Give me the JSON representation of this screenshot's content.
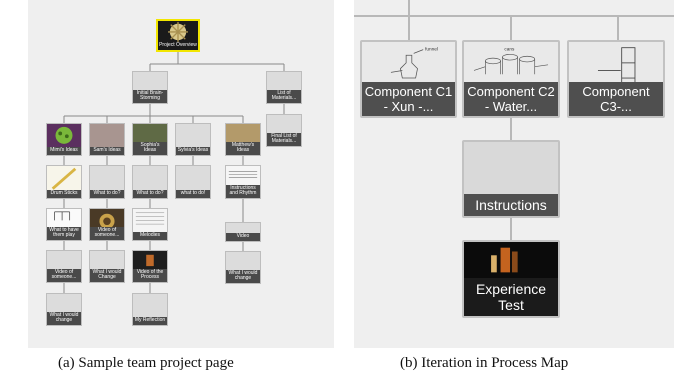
{
  "panel_a": {
    "root": "Project Overview",
    "level1": [
      "Initial Brain-Storming",
      "List of Materials..."
    ],
    "ideas": [
      "Mimi's Ideas",
      "Sam's Ideas",
      "Sophia's Ideas",
      "Sylvia's Ideas",
      "Matthew's Ideas"
    ],
    "final_list": "Final List of Materials...",
    "row3": [
      "Drum Sticks",
      "What to do?",
      "What to do?",
      "what to do!",
      "Instructions and Rhythm"
    ],
    "row4": [
      "What to have them play",
      "Video of someone...",
      "Melodies",
      "Video"
    ],
    "row5": [
      "Video of someone...",
      "What I would Change",
      "Video of the Process",
      "What I would change"
    ],
    "row6": [
      "What I would change",
      "My Reflection"
    ]
  },
  "panel_b": {
    "components": [
      "Component C1 - Xun -...",
      "Component C2 - Water...",
      "Component C3-..."
    ],
    "sketch_labels": [
      "funnel",
      "cans"
    ],
    "instructions": "Instructions",
    "experience": "Experience Test"
  },
  "captions": {
    "a": "(a) Sample team project page",
    "b": "(b) Iteration in Process Map"
  },
  "colors": {
    "panel_bg": "#efefef",
    "node_bg": "#dcdcdc",
    "label_bg": "#4a4a4a",
    "root_border": "#f2e600"
  }
}
